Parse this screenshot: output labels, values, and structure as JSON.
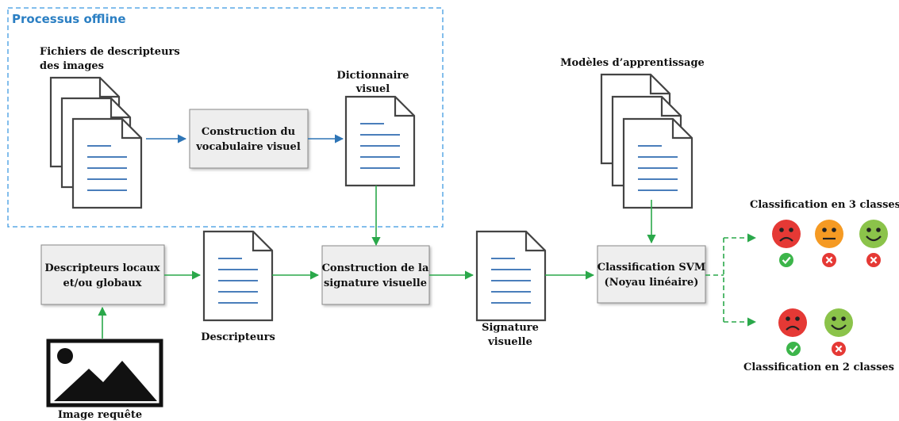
{
  "offline_title": "Processus offline",
  "labels": {
    "fichiers_line1": "Fichiers de descripteurs",
    "fichiers_line2": "des images",
    "dictionnaire_line1": "Dictionnaire",
    "dictionnaire_line2": "visuel",
    "modeles": "Modèles d’apprentissage",
    "descripteurs": "Descripteurs",
    "signature_line1": "Signature",
    "signature_line2": "visuelle",
    "image_requete": "Image requête",
    "classif3": "Classification en 3 classes",
    "classif2": "Classification en 2 classes"
  },
  "boxes": {
    "construction_vocab_line1": "Construction du",
    "construction_vocab_line2": "vocabulaire visuel",
    "descripteurs_locaux_line1": "Descripteurs locaux",
    "descripteurs_locaux_line2": "et/ou globaux",
    "construction_sig_line1": "Construction de la",
    "construction_sig_line2": "signature visuelle",
    "svm_line1": "Classification SVM",
    "svm_line2": "(Noyau linéaire)"
  },
  "colors": {
    "offline_border": "#5aa9e6",
    "offline_arrow": "#2e75b6",
    "online_arrow": "#2aa84a",
    "box_fill": "#eeeeee",
    "face_sad": "#e53935",
    "face_neutral": "#f59a23",
    "face_happy": "#8bc34a",
    "badge_ok": "#3cb54a",
    "badge_ko": "#e53935"
  },
  "icons": {
    "document": "document-icon",
    "document_stack": "document-stack-icon",
    "image": "image-icon",
    "sad_face": "sad-face-icon",
    "neutral_face": "neutral-face-icon",
    "happy_face": "happy-face-icon",
    "check_badge": "check-badge-icon",
    "cross_badge": "cross-badge-icon"
  }
}
